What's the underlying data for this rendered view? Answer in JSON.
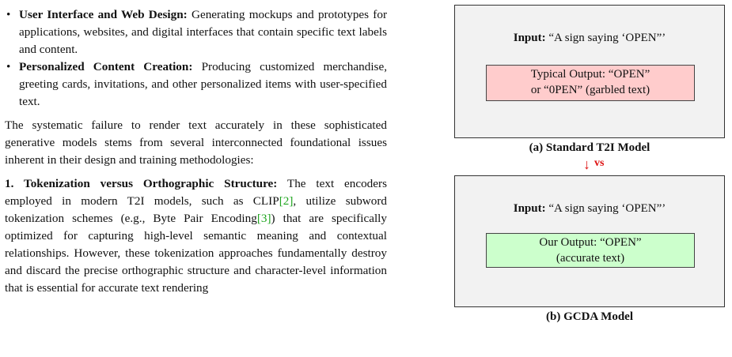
{
  "left": {
    "bullets": [
      {
        "term": "User Interface and Web Design:",
        "text": "Generating mockups and prototypes for applications, websites, and digital interfaces that contain specific text labels and content."
      },
      {
        "term": "Personalized Content Creation:",
        "text": "Producing customized merchandise, greeting cards, invitations, and other personalized items with user-specified text."
      }
    ],
    "paragraph": "The systematic failure to render text accurately in these sophisticated generative models stems from several interconnected foundational issues inherent in their design and training methodologies:",
    "section": {
      "heading": "1. Tokenization versus Orthographic Structure:",
      "text_1": "The text encoders employed in modern T2I models, such as CLIP",
      "cite_1": "[2]",
      "text_2": ", utilize subword tokenization schemes (e.g., Byte Pair Encoding",
      "cite_2": "[3]",
      "text_3": ") that are specifically optimized for capturing high-level semantic meaning and contextual relationships. However, these tokenization approaches fundamentally destroy and discard the precise orthographic structure and character-level information that is essential for accurate text rendering"
    }
  },
  "figure": {
    "panel_a": {
      "input_label": "Input:",
      "input_text": "“A sign saying ‘OPEN”’",
      "output_line_1": "Typical Output: “OPEN”",
      "output_line_2": "or “0PEN” (garbled text)",
      "caption": "(a) Standard T2I Model"
    },
    "vs_arrow": "↓",
    "vs_label": "vs",
    "panel_b": {
      "input_label": "Input:",
      "input_text": "“A sign saying ‘OPEN”’",
      "output_line_1": "Our Output: “OPEN”",
      "output_line_2": "(accurate text)",
      "caption": "(b) GCDA Model"
    },
    "colors": {
      "typical_output_fill": "#ffcccc",
      "our_output_fill": "#ccffcc",
      "panel_fill": "#f2f2f2",
      "vs_color": "#dd1111",
      "citation_color": "#1fa51f"
    }
  }
}
